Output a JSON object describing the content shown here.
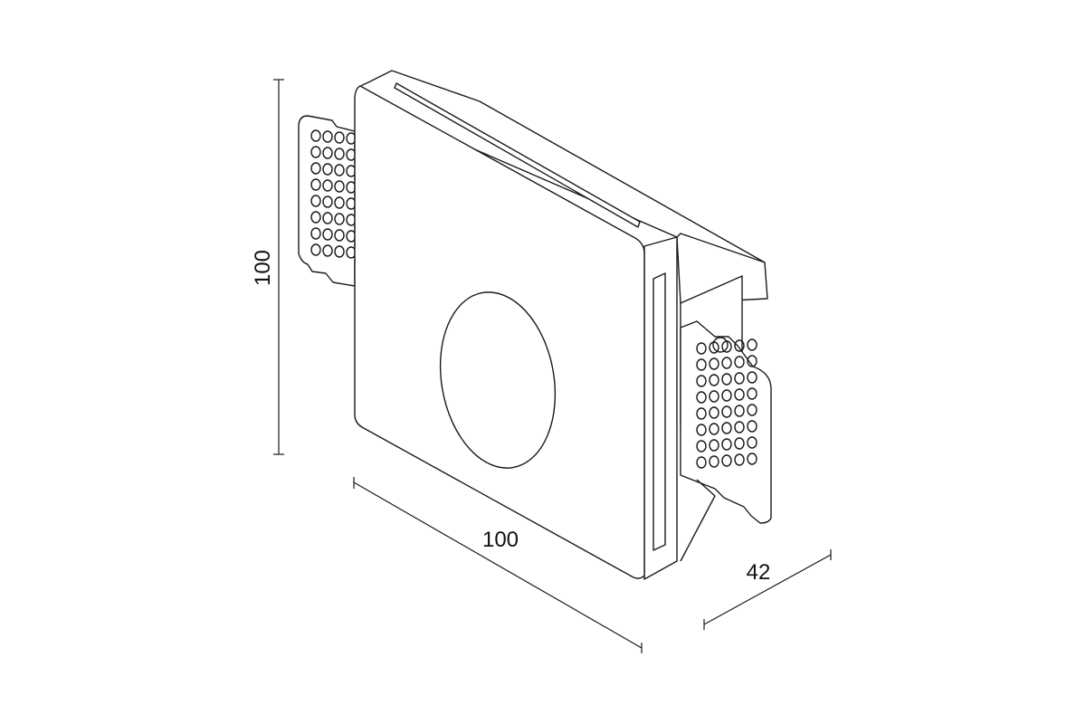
{
  "dimensions": {
    "height_label": "100",
    "width_label": "100",
    "depth_label": "42"
  },
  "colors": {
    "line": "#1a1a1a",
    "background": "#ffffff"
  }
}
